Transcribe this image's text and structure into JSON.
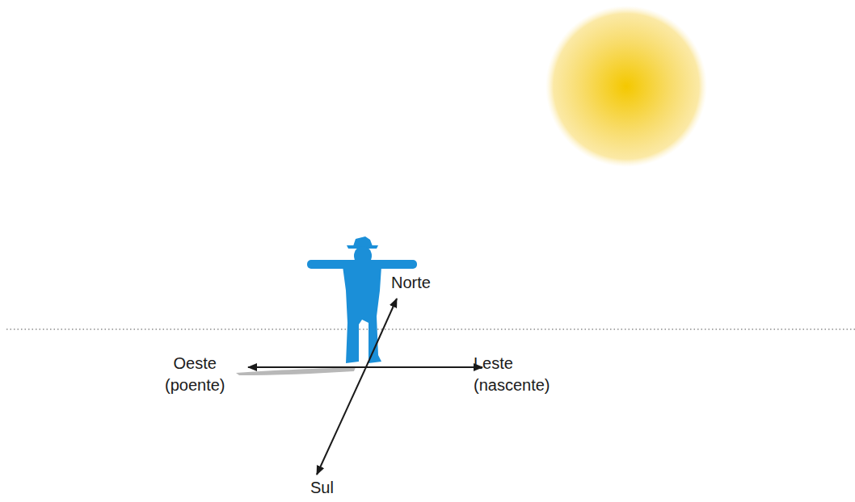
{
  "diagram": {
    "labels": [
      "Norte",
      "Oeste (poente)",
      "Leste (nascente)",
      "Sul"
    ]
  }
}
